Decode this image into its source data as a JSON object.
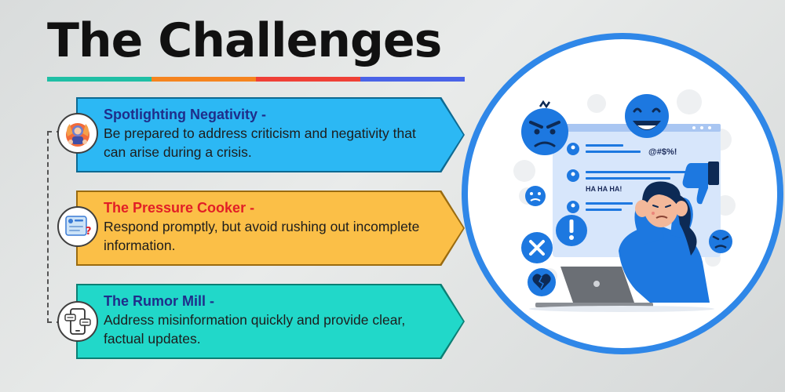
{
  "title": "The Challenges",
  "title_bar_colors": [
    "#1fbfa5",
    "#f5841f",
    "#ef4037",
    "#4a63e7"
  ],
  "challenges": [
    {
      "title": "Spotlighting Negativity -",
      "description": "Be prepared to address criticism and negativity that can arise during a crisis.",
      "title_color": "#1f2d8a",
      "fill": "#2cb8f4",
      "border": "#0e6a92",
      "icon": "angry-crowd-icon"
    },
    {
      "title": "The Pressure Cooker -",
      "description": "Respond promptly, but avoid rushing out incomplete information.",
      "title_color": "#e21e26",
      "fill": "#fbbf47",
      "border": "#9a6b10",
      "icon": "confused-message-icon"
    },
    {
      "title": "The Rumor Mill -",
      "description": "Address misinformation quickly and provide clear, factual updates.",
      "title_color": "#1f2d8a",
      "fill": "#21d8c9",
      "border": "#0b7f74",
      "icon": "phone-chat-icon"
    }
  ],
  "illustration": {
    "name": "stressed-woman-online-criticism-illustration",
    "chat_lines": [
      "@#$%!",
      "HA HA HA!"
    ],
    "ring_color": "#2f87e8"
  }
}
